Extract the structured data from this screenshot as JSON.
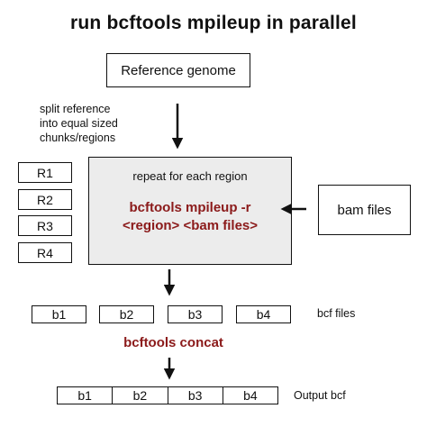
{
  "title": "run bcftools mpileup in parallel",
  "reference_box": "Reference genome",
  "split_note": [
    "split reference",
    "into equal sized",
    "chunks/regions"
  ],
  "regions": [
    "R1",
    "R2",
    "R3",
    "R4"
  ],
  "main_box": {
    "repeat_label": "repeat for each region",
    "command_line1": "bcftools mpileup -r",
    "command_line2": "<region> <bam files>"
  },
  "bam_box": "bam files",
  "bcf_chunks": [
    "b1",
    "b2",
    "b3",
    "b4"
  ],
  "bcf_files_label": "bcf files",
  "concat_label": "bcftools concat",
  "output_chunks": [
    "b1",
    "b2",
    "b3",
    "b4"
  ],
  "output_label": "Output bcf",
  "colors": {
    "command": "#8b1a1a",
    "main_box_fill": "#ececec",
    "stroke": "#111111"
  }
}
